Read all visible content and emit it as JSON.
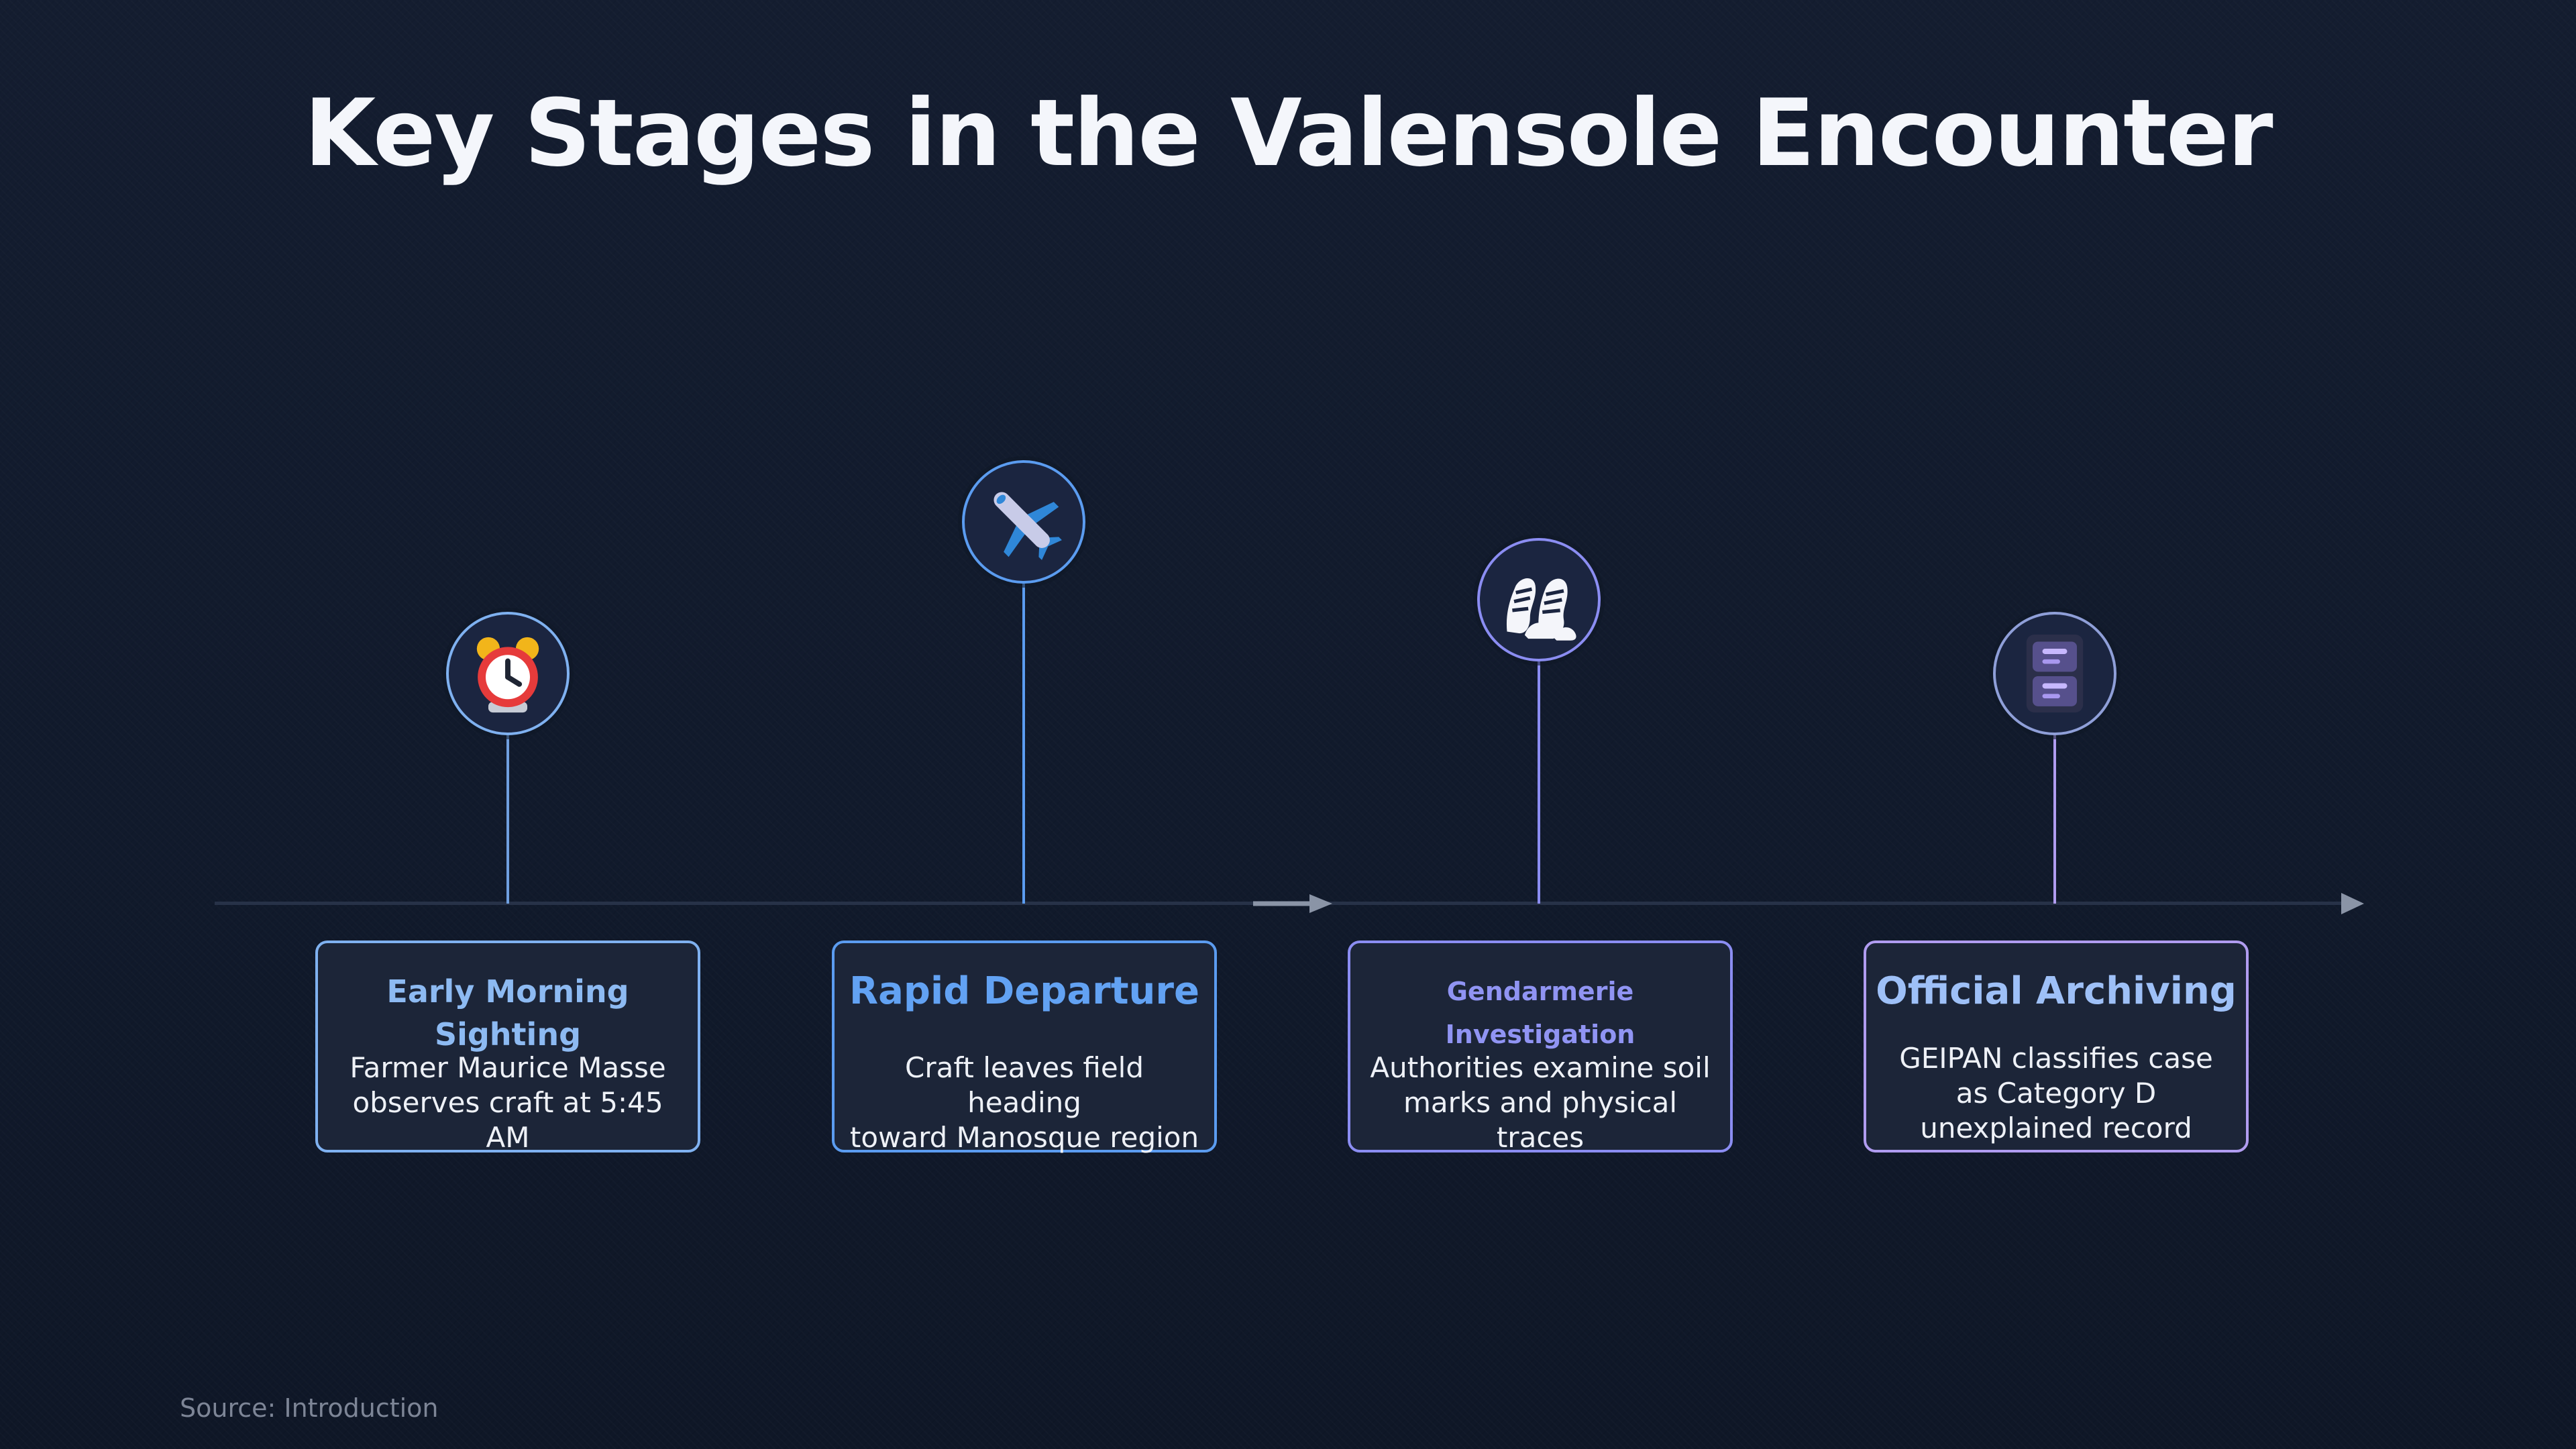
{
  "title": "Key Stages in the Valensole Encounter",
  "source": "Source: Introduction",
  "colors": {
    "background": "#121b2e",
    "axis": "#273248",
    "card_bg": "#1c2538",
    "stage1_accent": "#7fb1f0",
    "stage2_accent": "#5b9cf0",
    "stage3_accent": "#8b8df2",
    "stage4_accent": "#b09cf0"
  },
  "stages": [
    {
      "title": "Early Morning Sighting",
      "body": [
        "Farmer Maurice Masse",
        "observes craft at 5:45 AM"
      ],
      "icon": "alarm-clock-icon"
    },
    {
      "title": "Rapid Departure",
      "body": [
        "Craft leaves field heading",
        "toward Manosque region"
      ],
      "icon": "airplane-icon"
    },
    {
      "title": "Gendarmerie Investigation",
      "body": [
        "Authorities examine soil",
        "marks and physical traces"
      ],
      "icon": "footprints-icon"
    },
    {
      "title": "Official Archiving",
      "body": [
        "GEIPAN classifies case",
        "as Category D",
        "unexplained record"
      ],
      "icon": "file-cabinet-icon"
    }
  ]
}
